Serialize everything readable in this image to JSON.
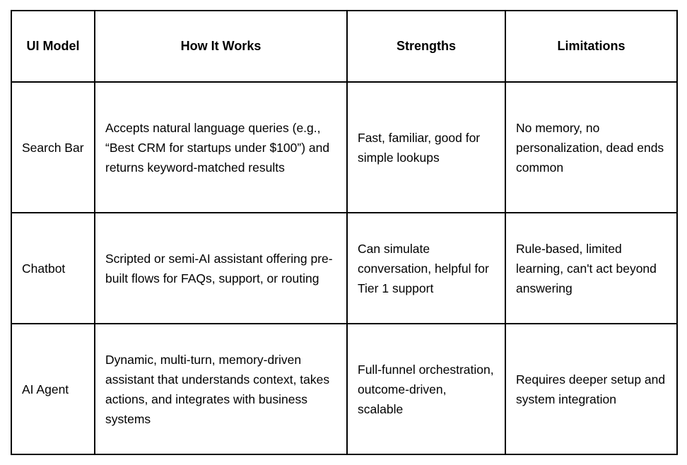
{
  "table": {
    "headers": {
      "ui_model": "UI Model",
      "how_it_works": "How It Works",
      "strengths": "Strengths",
      "limitations": "Limitations"
    },
    "rows": [
      {
        "ui_model": "Search Bar",
        "how_it_works": "Accepts natural language queries (e.g., “Best CRM for startups under $100”) and returns keyword-matched results",
        "strengths": "Fast, familiar, good for simple lookups",
        "limitations": "No memory, no personalization, dead ends common"
      },
      {
        "ui_model": "Chatbot",
        "how_it_works": "Scripted or semi-AI assistant offering pre-built flows for FAQs, support, or routing",
        "strengths": "Can simulate conversation, helpful for Tier 1 support",
        "limitations": "Rule-based, limited learning, can't act beyond answering"
      },
      {
        "ui_model": "AI Agent",
        "how_it_works": "Dynamic, multi-turn, memory-driven assistant that understands context, takes actions, and integrates with business systems",
        "strengths": "Full-funnel orchestration, outcome-driven, scalable",
        "limitations": "Requires deeper setup and system integration"
      }
    ],
    "colors": {
      "border": "#000000",
      "background": "#ffffff",
      "text": "#000000"
    }
  }
}
